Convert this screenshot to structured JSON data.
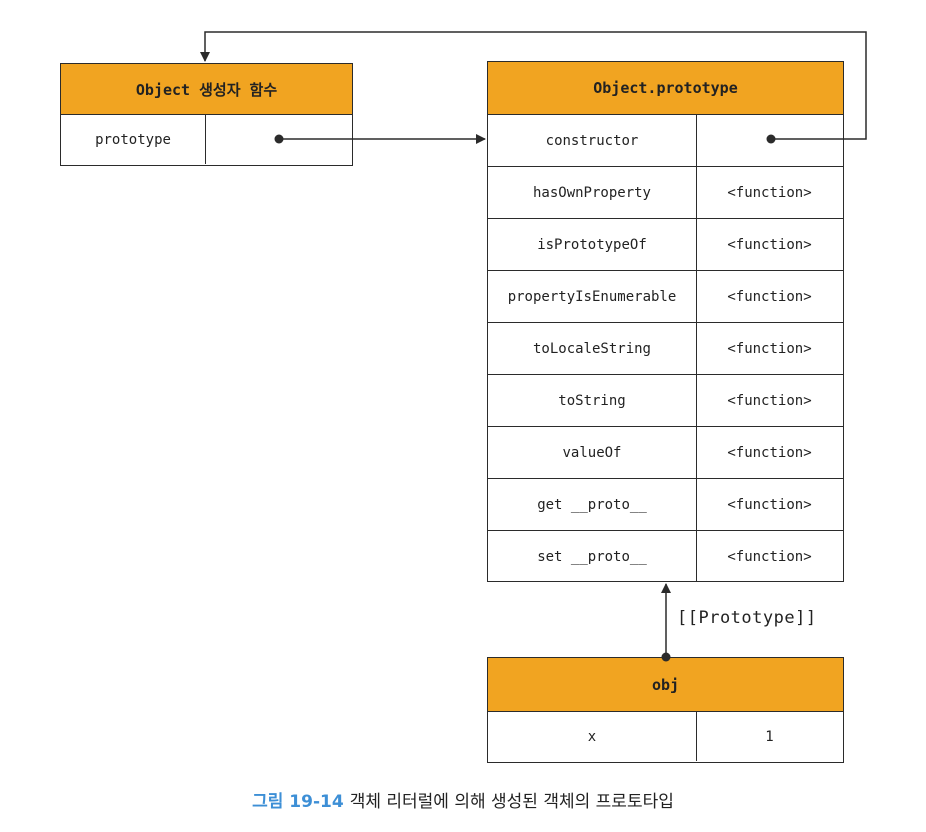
{
  "constructor_box": {
    "title": "Object 생성자 함수",
    "key": "prototype"
  },
  "proto_box": {
    "title": "Object.prototype",
    "rows": [
      {
        "key": "constructor",
        "value": ""
      },
      {
        "key": "hasOwnProperty",
        "value": "<function>"
      },
      {
        "key": "isPrototypeOf",
        "value": "<function>"
      },
      {
        "key": "propertyIsEnumerable",
        "value": "<function>"
      },
      {
        "key": "toLocaleString",
        "value": "<function>"
      },
      {
        "key": "toString",
        "value": "<function>"
      },
      {
        "key": "valueOf",
        "value": "<function>"
      },
      {
        "key": "get __proto__",
        "value": "<function>"
      },
      {
        "key": "set __proto__",
        "value": "<function>"
      }
    ]
  },
  "obj_box": {
    "title": "obj",
    "key": "x",
    "value": "1"
  },
  "link_label": "[[Prototype]]",
  "caption": {
    "number": "그림 19-14",
    "text": "객체 리터럴에 의해 생성된 객체의 프로토타입"
  },
  "colors": {
    "header": "#f1a421",
    "caption_number": "#3d8fd6",
    "line": "#2b2b2b"
  }
}
